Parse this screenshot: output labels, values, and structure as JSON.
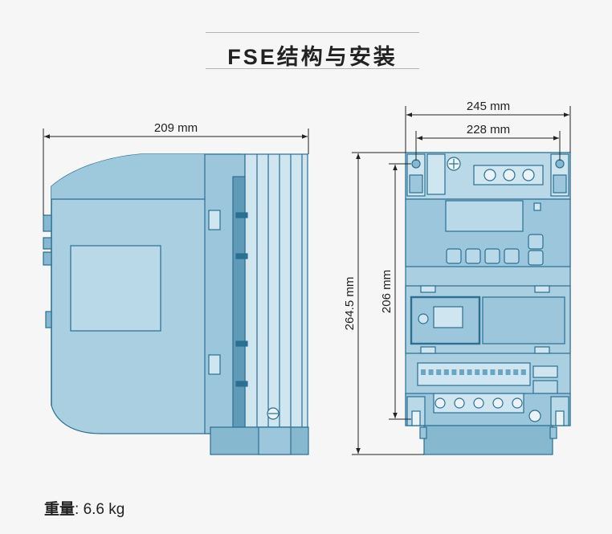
{
  "title": "FSE结构与安装",
  "side_view": {
    "width_dim": "209 mm"
  },
  "front_view": {
    "outer_width_dim": "245 mm",
    "inner_width_dim": "228 mm",
    "outer_height_dim": "264.5 mm",
    "inner_height_dim": "206 mm"
  },
  "weight": {
    "label": "重量",
    "separator": ": ",
    "value": "6.6 kg"
  },
  "colors": {
    "body_fill": "#a9cfe0",
    "body_dark": "#86b8d0",
    "outline": "#2b6f92",
    "panel_fill": "#cfe6f0",
    "page_bg": "#f6f6f6"
  }
}
